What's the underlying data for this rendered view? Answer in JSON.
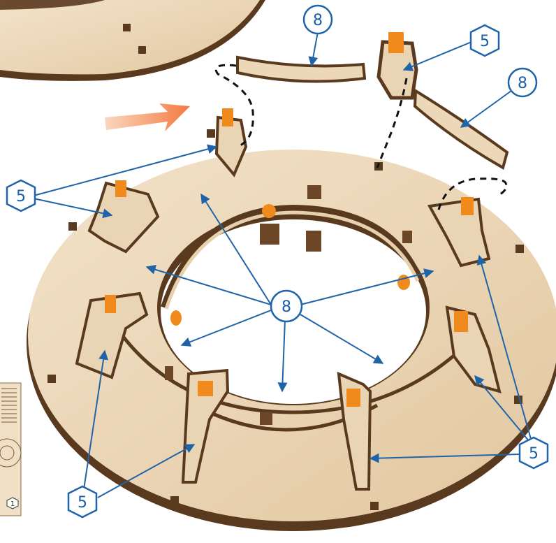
{
  "diagram": {
    "colors": {
      "wood_light": "#efdcc0",
      "wood_mid": "#e3c8a1",
      "wood_edge": "#5a3a1e",
      "clip_orange": "#f08a1c",
      "callout_blue": "#1f64a8",
      "arrow_orange": "#f26b2a"
    },
    "callouts": [
      {
        "label": "8",
        "shape": "circle"
      },
      {
        "label": "5",
        "shape": "hexagon"
      },
      {
        "label": "8",
        "shape": "circle"
      },
      {
        "label": "5",
        "shape": "hexagon"
      },
      {
        "label": "8",
        "shape": "circle"
      },
      {
        "label": "5",
        "shape": "hexagon"
      },
      {
        "label": "5",
        "shape": "hexagon"
      }
    ],
    "thumbnail": {
      "page_badge": "1"
    }
  }
}
